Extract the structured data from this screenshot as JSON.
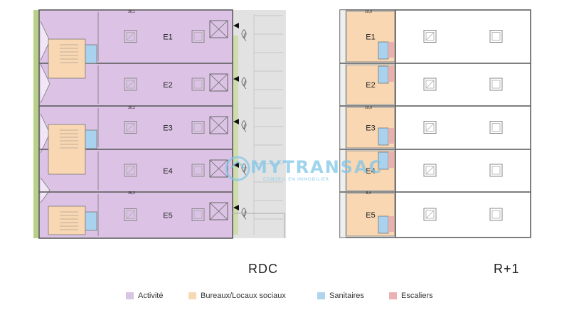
{
  "floors": [
    {
      "caption": "RDC",
      "units": [
        "E1",
        "E2",
        "E3",
        "E4",
        "E5"
      ]
    },
    {
      "caption": "R+1",
      "units": [
        "E1",
        "E2",
        "E3",
        "E4",
        "E5"
      ]
    }
  ],
  "dimensions": {
    "rdc": [
      "36,1",
      "36,2",
      "36,3"
    ],
    "r1": [
      "10,0",
      "10,0",
      "8,4"
    ]
  },
  "legend": [
    {
      "label": "Activité",
      "color": "#d8c4e3"
    },
    {
      "label": "Bureaux/Locaux sociaux",
      "color": "#f7d9b4"
    },
    {
      "label": "Sanitaires",
      "color": "#aed4ee"
    },
    {
      "label": "Escaliers",
      "color": "#eab2b2"
    }
  ],
  "colors": {
    "activite": "#dcc3e6",
    "bureaux": "#f8d7b2",
    "sanitaires": "#a9d2ee",
    "escaliers": "#e9b0b0",
    "green": "#b9d08a",
    "parking": "#e2e2e2"
  },
  "watermark": {
    "text": "MYTRANSAC",
    "subtext": "CONSEIL EN IMMOBILIER"
  }
}
